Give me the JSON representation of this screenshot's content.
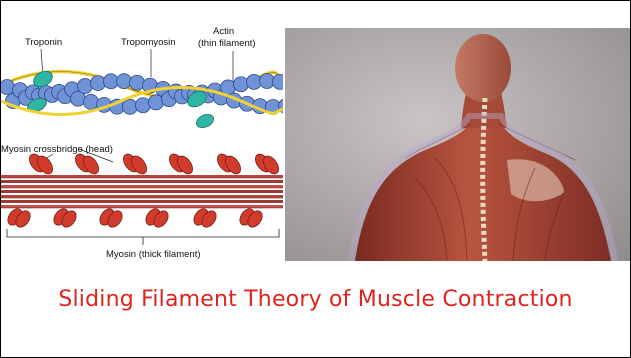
{
  "slide": {
    "title": "Sliding Filament Theory of Muscle Contraction"
  },
  "diagram": {
    "labels": {
      "troponin": "Troponin",
      "tropomyosin": "Tropomyosin",
      "actin_line1": "Actin",
      "actin_line2": "(thin filament)",
      "crossbridge": "Myosin crossbridge (head)",
      "myosin": "Myosin (thick filament)"
    },
    "colors": {
      "actin_bead": "#6f93d6",
      "actin_outline": "#2d4a8c",
      "tropomyosin": "#f2d233",
      "troponin": "#2fb5a4",
      "myosin_strand": "#b5453d",
      "myosin_head": "#d13b2c"
    }
  },
  "photo": {
    "subject": "anatomical-back-muscles-render"
  },
  "colors": {
    "title": "#e0231f",
    "border": "#000000"
  }
}
